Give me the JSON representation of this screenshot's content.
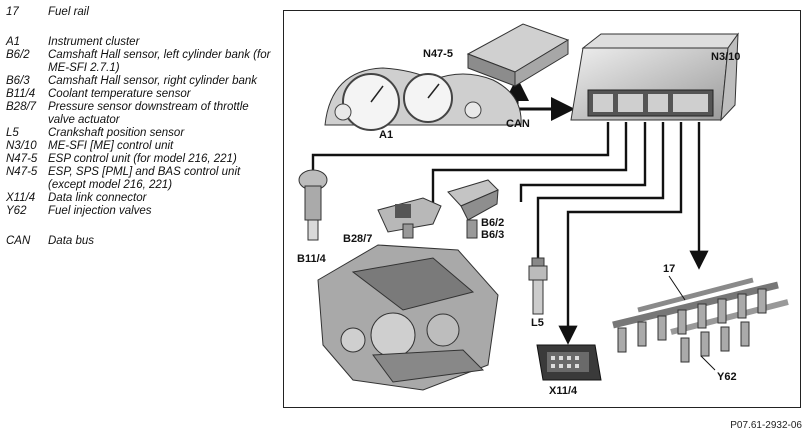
{
  "legend": [
    {
      "code": "17",
      "desc": "Fuel rail"
    },
    {
      "code": "A1",
      "desc": "Instrument cluster"
    },
    {
      "code": "B6/2",
      "desc": "Camshaft Hall sensor, left cylinder bank (for ME-SFI 2.7.1)"
    },
    {
      "code": "B6/3",
      "desc": "Camshaft Hall sensor, right cylinder bank"
    },
    {
      "code": "B11/4",
      "desc": "Coolant temperature sensor"
    },
    {
      "code": "B28/7",
      "desc": "Pressure sensor downstream of throttle valve actuator"
    },
    {
      "code": "L5",
      "desc": "Crankshaft position sensor"
    },
    {
      "code": "N3/10",
      "desc": "ME-SFI [ME] control unit"
    },
    {
      "code": "N47-5",
      "desc": "ESP control unit (for model 216, 221)"
    },
    {
      "code": "N47-5",
      "desc": "ESP, SPS [PML] and BAS control unit (except model 216, 221)"
    },
    {
      "code": "X11/4",
      "desc": "Data link connector"
    },
    {
      "code": "Y62",
      "desc": "Fuel injection valves"
    },
    {
      "code": "CAN",
      "desc": "Data bus"
    }
  ],
  "diagram": {
    "labels": {
      "n47": "N47-5",
      "n3": "N3/10",
      "a1": "A1",
      "can": "CAN",
      "b28": "B28/7",
      "b6": "B6/2",
      "b6b": "B6/3",
      "b11": "B11/4",
      "l5": "L5",
      "x11": "X11/4",
      "rail": "17",
      "y62": "Y62"
    }
  },
  "reference": "P07.61-2932-06"
}
